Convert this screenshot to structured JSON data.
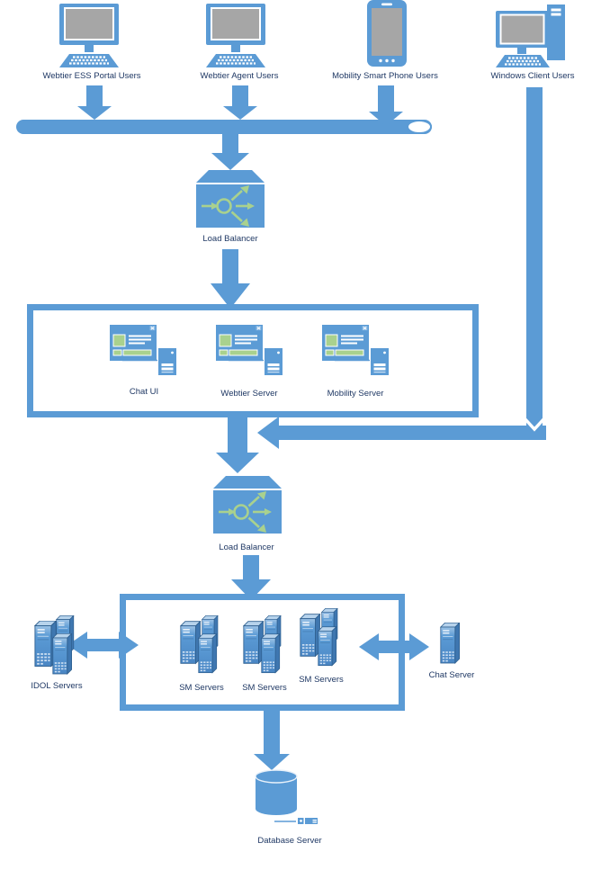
{
  "diagram": {
    "colors": {
      "accent_blue": "#5b9bd5",
      "tower_outline": "#2e5f8f",
      "tower_side": "#3f77b0",
      "tower_top": "#b7d3ec",
      "green_accent": "#a9d18e",
      "screen_gray": "#a6a6a6",
      "label_text": "#1f3864"
    },
    "nodes": {
      "ess_users": {
        "label": "Webtier ESS Portal Users",
        "icon": "desktop-computer-icon"
      },
      "agent_users": {
        "label": "Webtier Agent Users",
        "icon": "desktop-computer-icon"
      },
      "mobile_users": {
        "label": "Mobility Smart Phone Users",
        "icon": "smartphone-icon"
      },
      "windows_users": {
        "label": "Windows Client Users",
        "icon": "desktop-tower-icon"
      },
      "load_balancer_1": {
        "label": "Load Balancer",
        "icon": "load-balancer-icon"
      },
      "chat_ui": {
        "label": "Chat UI",
        "icon": "app-window-with-server-icon"
      },
      "webtier_server": {
        "label": "Webtier Server",
        "icon": "app-window-with-server-icon"
      },
      "mobility_server": {
        "label": "Mobility Server",
        "icon": "app-window-with-server-icon"
      },
      "load_balancer_2": {
        "label": "Load Balancer",
        "icon": "load-balancer-icon"
      },
      "idol_servers": {
        "label": "IDOL Servers",
        "icon": "server-tower-cluster-icon"
      },
      "sm_servers_1": {
        "label": "SM Servers",
        "icon": "server-tower-cluster-icon"
      },
      "sm_servers_2": {
        "label": "SM Servers",
        "icon": "server-tower-cluster-icon"
      },
      "sm_servers_3": {
        "label": "SM Servers",
        "icon": "server-tower-cluster-icon"
      },
      "chat_server": {
        "label": "Chat Server",
        "icon": "server-tower-icon"
      },
      "database_server": {
        "label": "Database Server",
        "icon": "database-cylinder-icon"
      }
    },
    "edges": [
      {
        "from": "ess_users",
        "to": "network_backbone",
        "bidirectional": false
      },
      {
        "from": "agent_users",
        "to": "network_backbone",
        "bidirectional": false
      },
      {
        "from": "mobile_users",
        "to": "network_backbone",
        "bidirectional": false
      },
      {
        "from": "network_backbone",
        "to": "load_balancer_1",
        "bidirectional": false
      },
      {
        "from": "load_balancer_1",
        "to": "web_tier_group_box",
        "bidirectional": false
      },
      {
        "from": "windows_users",
        "to": "load_balancer_2",
        "bidirectional": false
      },
      {
        "from": "web_tier_group_box",
        "to": "load_balancer_2",
        "bidirectional": false
      },
      {
        "from": "load_balancer_2",
        "to": "sm_server_group_box",
        "bidirectional": false
      },
      {
        "from": "idol_servers",
        "to": "sm_server_group_box",
        "bidirectional": true
      },
      {
        "from": "sm_server_group_box",
        "to": "chat_server",
        "bidirectional": true
      },
      {
        "from": "sm_server_group_box",
        "to": "database_server",
        "bidirectional": false
      }
    ]
  }
}
